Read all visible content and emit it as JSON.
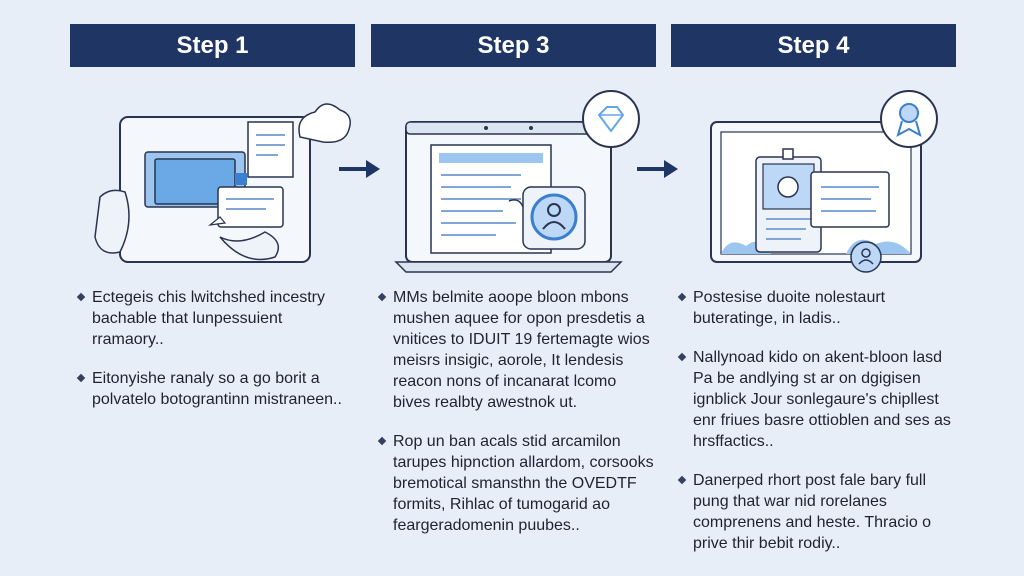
{
  "steps": [
    {
      "title": "Step 1",
      "bullets": [
        "Ectegeis chis lwitchshed incestry bachable that lunpessuient rramaory..",
        "Eitonyishe ranaly so a go borit a polvatelo botograntinn mistraneen.."
      ]
    },
    {
      "title": "Step 3",
      "bullets": [
        "MMs belmite aoope bloon mbons mushen aquee for opon presdetis a vnitices to IDUIT 19 fertemagte wios meisrs insigic, aorole, It lendesis reacon nons of incanarat lcomo bives realbty awestnok ut.",
        "Rop un ban acals stid arcamilon tarupes hipnction allardom, corsooks bremotical smansthn the OVEDTF formits, Rihlac of tumogarid ao feargeradomenin puubes.."
      ]
    },
    {
      "title": "Step 4",
      "bullets": [
        "Postesise duoite nolestaurt buteratinge, in ladis..",
        "Nallynoad kido on akent-bloon lasd Pa be andlying st ar on dgigisen ignblick Jour sonlegaure's chipllest enr friues basre ottioblen and ses as hrsffactics..",
        "Danerped rhort post fale bary full pung that war nid rorelanes comprenens and heste. Thracio o prive thir bebit rodiy.."
      ]
    }
  ],
  "icons": {
    "arrow": "arrow-right-icon",
    "gem": "gem-icon",
    "badge": "badge-icon",
    "person": "person-icon",
    "cloud": "cloud-icon"
  },
  "colors": {
    "header_bg": "#1f3564",
    "accent_blue": "#64a6e8",
    "light_blue": "#bcd8f6",
    "page_bg": "#e7eef8"
  }
}
